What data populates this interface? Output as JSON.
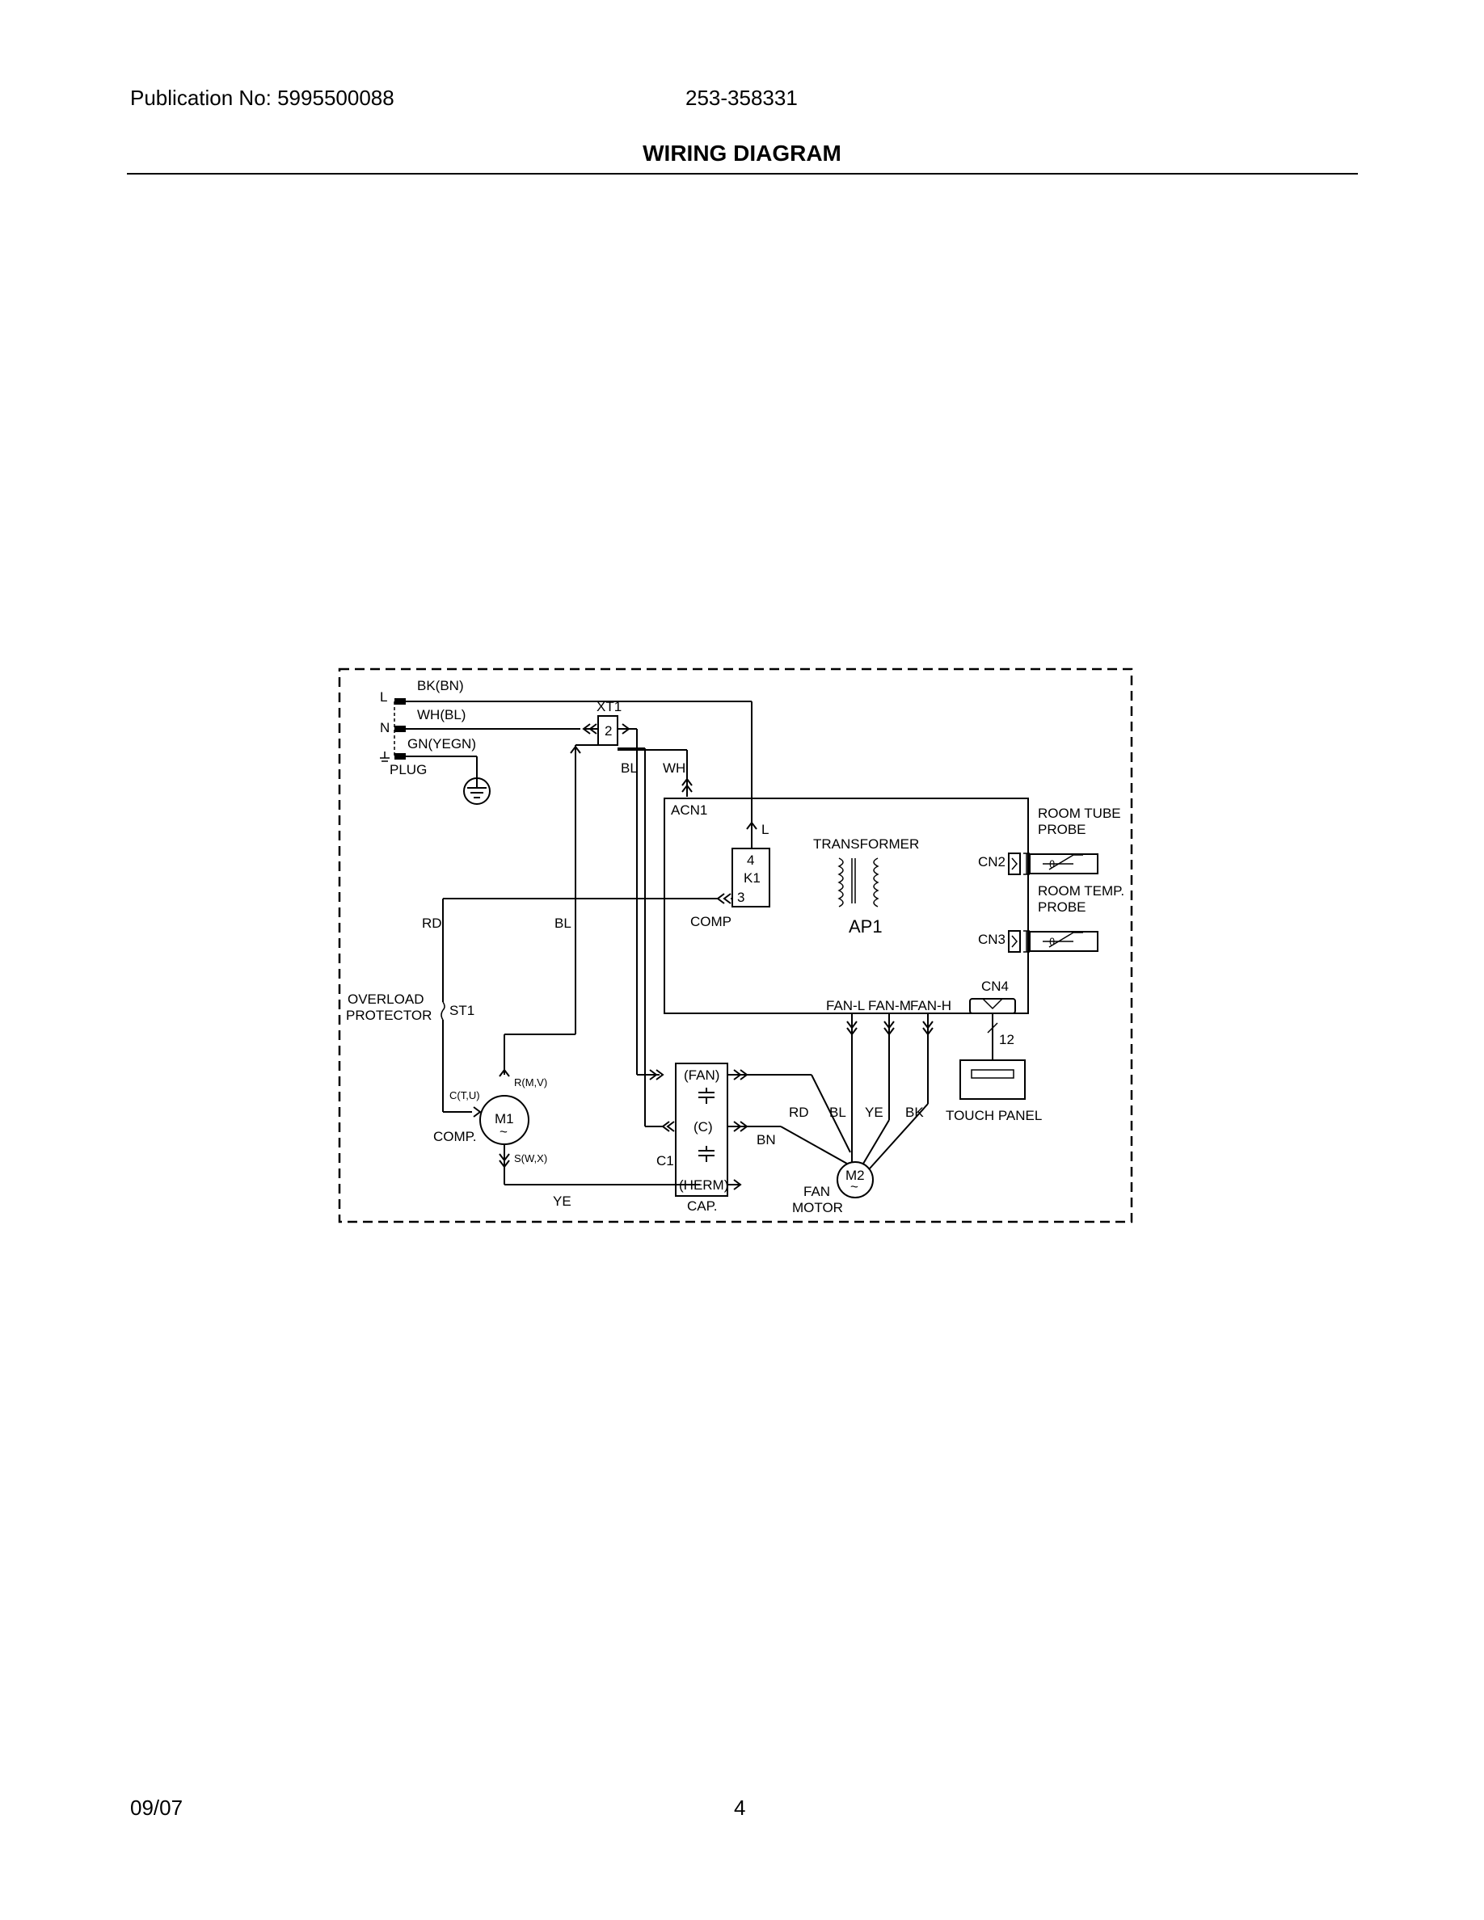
{
  "header": {
    "publication": "Publication No: 5995500088",
    "part_number": "253-358331",
    "title": "WIRING DIAGRAM"
  },
  "footer": {
    "date": "09/07",
    "page": "4"
  },
  "diagram": {
    "plug": {
      "line_l": "L",
      "line_n": "N",
      "wire_l": "BK(BN)",
      "wire_n": "WH(BL)",
      "wire_ground": "GN(YEGN)",
      "label": "PLUG"
    },
    "terminal_block": {
      "id": "XT1",
      "terminal": "2"
    },
    "wires": {
      "bl_top": "BL",
      "wh_top": "WH",
      "rd_left": "RD",
      "bl_mid": "BL",
      "ye_bottom": "YE",
      "bn": "BN",
      "rd_fan": "RD",
      "bl_fan": "BL",
      "ye_fan": "YE",
      "bk_fan": "BK"
    },
    "board": {
      "acn1": "ACN1",
      "l": "L",
      "relay_pin_top": "4",
      "relay": "K1",
      "relay_pin_bottom": "3",
      "comp": "COMP",
      "transformer": "TRANSFORMER",
      "ap1": "AP1",
      "cn2": "CN2",
      "cn3": "CN3",
      "cn4": "CN4",
      "fan_l": "FAN-L",
      "fan_m": "FAN-M",
      "fan_h": "FAN-H"
    },
    "probes": {
      "room_tube_1": "ROOM TUBE",
      "room_tube_2": "PROBE",
      "room_temp_1": "ROOM TEMP.",
      "room_temp_2": "PROBE",
      "theta": "θ"
    },
    "overload": {
      "line1": "OVERLOAD",
      "line2": "PROTECTOR",
      "id": "ST1"
    },
    "compressor": {
      "id": "M1",
      "tilde": "~",
      "c_term": "C(T,U)",
      "r_term": "R(M,V)",
      "s_term": "S(W,X)",
      "label": "COMP."
    },
    "capacitor": {
      "fan": "(FAN)",
      "c": "(C)",
      "herm": "(HERM)",
      "id": "C1",
      "label": "CAP."
    },
    "fan_motor": {
      "id": "M2",
      "tilde": "~",
      "line1": "FAN",
      "line2": "MOTOR"
    },
    "touch_panel": {
      "wires": "12",
      "label": "TOUCH PANEL"
    }
  }
}
